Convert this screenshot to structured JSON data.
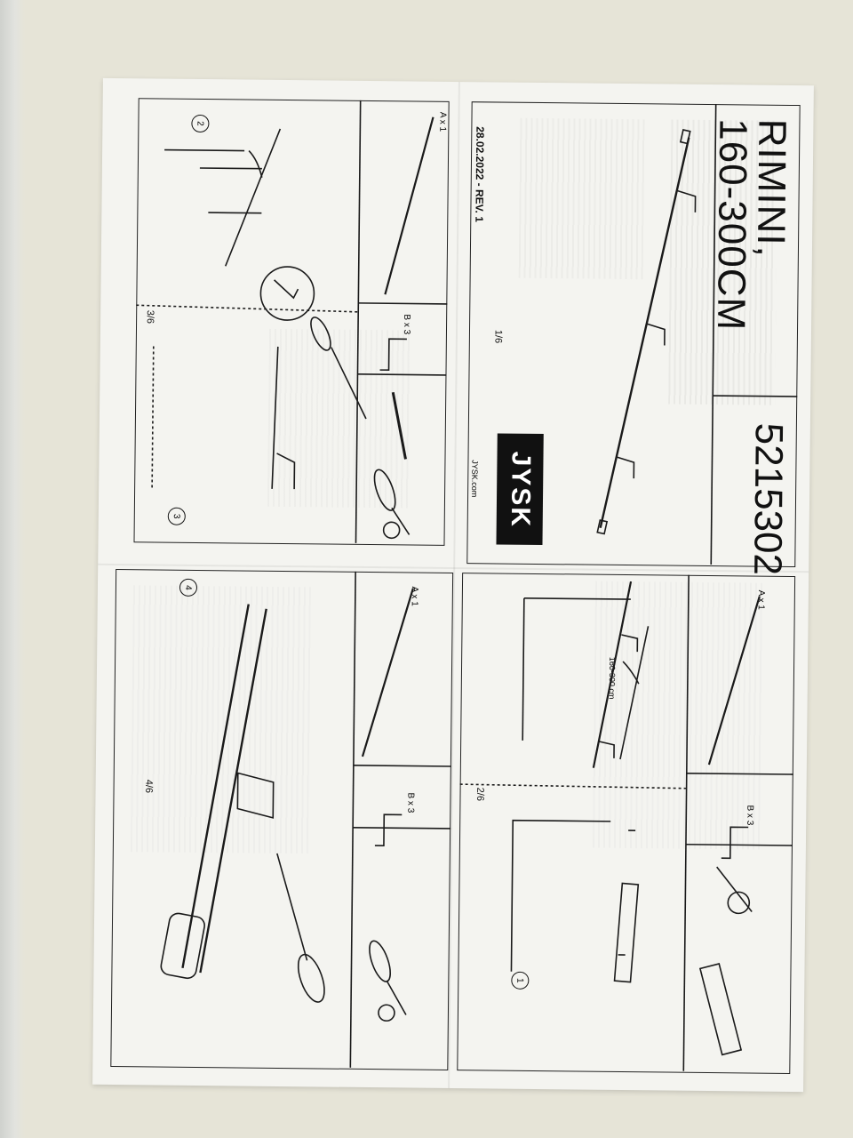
{
  "product": {
    "name": "RIMINI,\n160-300CM",
    "name_line1": "RIMINI,",
    "name_line2": "160-300CM",
    "sku": "5215302",
    "date_rev": "28.02.2022 - REV. 1"
  },
  "brand": {
    "logo": "JYSK",
    "url": "JYSK.com"
  },
  "pages": {
    "p1": "1/6",
    "p2": "2/6",
    "p3": "3/6",
    "p4": "4/6"
  },
  "parts": {
    "a": "A x 1",
    "b": "B x 3"
  },
  "steps": [
    "1",
    "2",
    "3",
    "4"
  ],
  "dimension": "160-300 cm",
  "colors": {
    "background": "#e6e4d7",
    "paper": "#f4f4f0",
    "ink": "#111111",
    "logo_bg": "#111111"
  },
  "icons": [
    "screwdriver-icon",
    "pencil-icon",
    "tape-measure-icon",
    "level-icon",
    "phillips-head-icon"
  ]
}
